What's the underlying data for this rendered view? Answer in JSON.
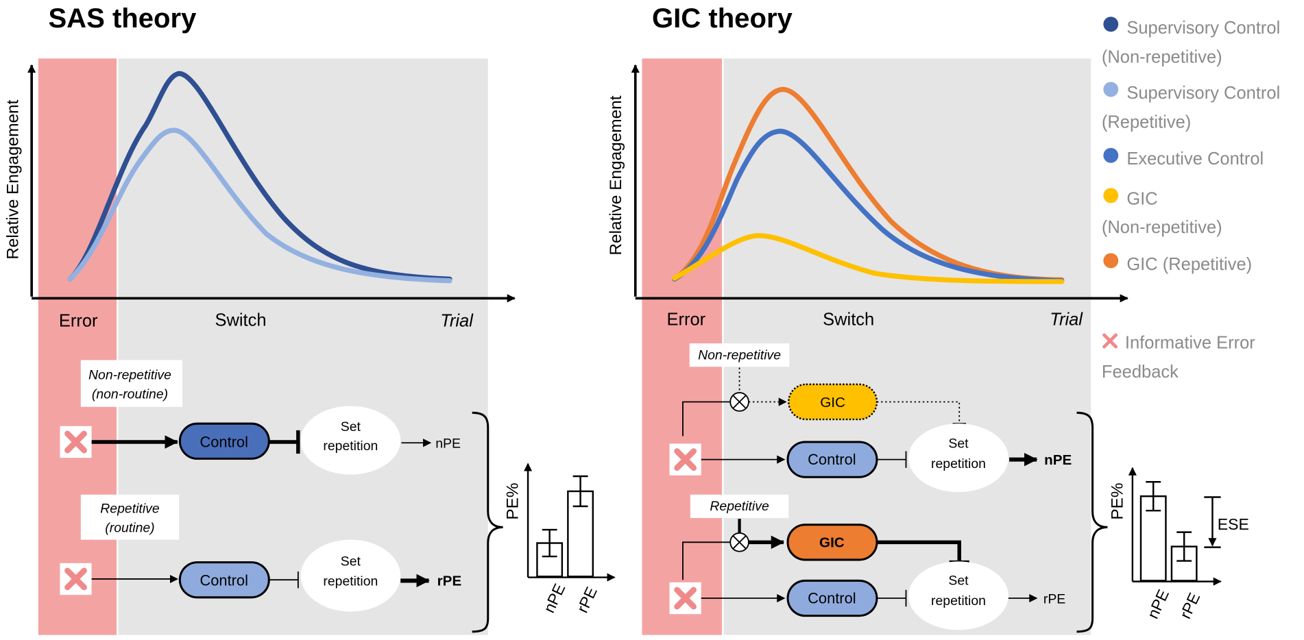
{
  "colors": {
    "dark_blue": "#2f4f92",
    "light_blue": "#93b1e0",
    "mid_blue": "#4472c4",
    "yellow": "#ffc000",
    "orange": "#ed7d31",
    "error_zone": "#f4a3a3",
    "background_zone": "#e5e5e5",
    "control_dark": "#4a6fba",
    "control_light": "#8fabde",
    "legend_text": "#8a8a8a"
  },
  "sas": {
    "title": "SAS theory",
    "ylabel": "Relative Engagement",
    "xlabel_error": "Error",
    "xlabel_switch": "Switch",
    "xlabel_trial": "Trial",
    "nonrep_label_1": "Non-repetitive",
    "nonrep_label_2": "(non-routine)",
    "rep_label_1": "Repetitive",
    "rep_label_2": "(routine)",
    "control_top": "Control",
    "control_bottom": "Control",
    "set_1": "Set",
    "set_2": "repetition",
    "out_top": "nPE",
    "out_bottom": "rPE",
    "bar_ylabel": "PE%",
    "bar_cat_1": "nPE",
    "bar_cat_2": "rPE"
  },
  "gic": {
    "title": "GIC theory",
    "ylabel": "Relative Engagement",
    "xlabel_error": "Error",
    "xlabel_switch": "Switch",
    "xlabel_trial": "Trial",
    "nonrep_label": "Non-repetitive",
    "rep_label": "Repetitive",
    "gic_top": "GIC",
    "gic_bottom": "GIC",
    "control_top": "Control",
    "control_bottom": "Control",
    "set_1": "Set",
    "set_2": "repetition",
    "out_top": "nPE",
    "out_bottom": "rPE",
    "bar_ylabel": "PE%",
    "bar_cat_1": "nPE",
    "bar_cat_2": "rPE",
    "ese_label": "ESE"
  },
  "legend": {
    "items": [
      {
        "line1": "Supervisory Control",
        "line2": "(Non-repetitive)",
        "color": "#2f4f92"
      },
      {
        "line1": "Supervisory Control",
        "line2": "(Repetitive)",
        "color": "#93b1e0"
      },
      {
        "line1": "Executive Control",
        "line2": "",
        "color": "#4472c4"
      },
      {
        "line1": "GIC",
        "line2": "(Non-repetitive)",
        "color": "#ffc000"
      },
      {
        "line1": "GIC (Repetitive)",
        "line2": "",
        "color": "#ed7d31"
      }
    ],
    "error_line1": "Informative Error",
    "error_line2": "Feedback"
  },
  "bar_charts": [
    {
      "panel": "SAS",
      "categories": [
        "nPE",
        "rPE"
      ],
      "values": [
        1.0,
        2.55
      ],
      "error": [
        0.4,
        0.45
      ],
      "ylabel": "PE%"
    },
    {
      "panel": "GIC",
      "categories": [
        "nPE",
        "rPE"
      ],
      "values": [
        2.35,
        0.95
      ],
      "error": [
        0.4,
        0.4
      ],
      "ylabel": "PE%"
    }
  ]
}
